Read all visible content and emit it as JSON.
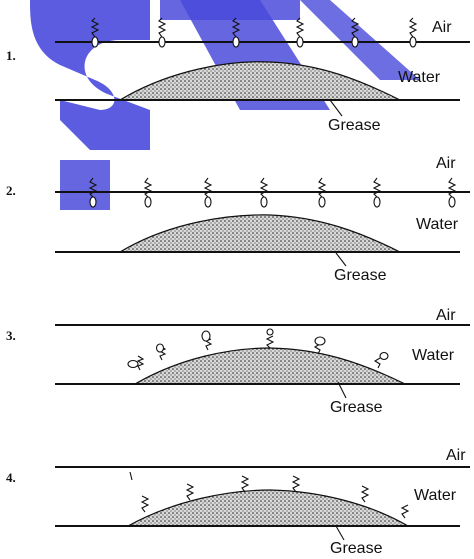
{
  "colors": {
    "ink": "#111111",
    "watermark": "#2b2bd6",
    "background": "#ffffff"
  },
  "panels": [
    {
      "number": "1.",
      "air": "Air",
      "water": "Water",
      "grease": "Grease"
    },
    {
      "number": "2.",
      "air": "Air",
      "water": "Water",
      "grease": "Grease"
    },
    {
      "number": "3.",
      "air": "Air",
      "water": "Water",
      "grease": "Grease"
    },
    {
      "number": "4.",
      "air": "Air",
      "water": "Water",
      "grease": "Grease"
    }
  ]
}
